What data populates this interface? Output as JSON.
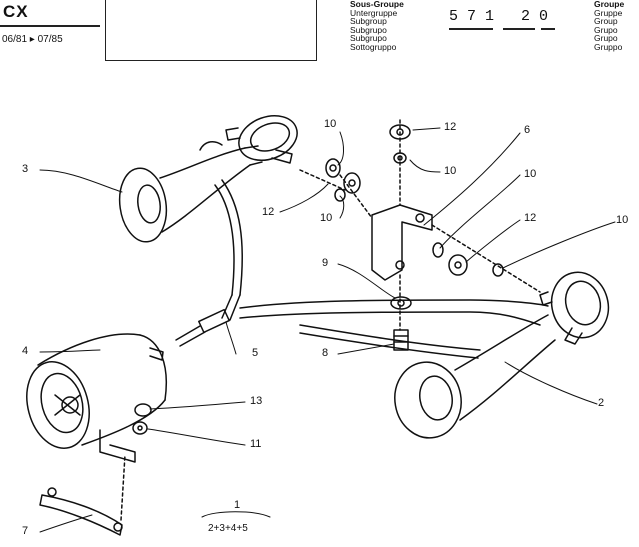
{
  "header": {
    "model": "CX",
    "dates": "06/81 ▸ 07/85",
    "subgroup_labels": [
      "Sous-Groupe",
      "Untergruppe",
      "Subgroup",
      "Subgrupo",
      "Subgrupo",
      "Sottogruppo"
    ],
    "subgroup_code": "571 20",
    "group_labels": [
      "Groupe",
      "Gruppe",
      "Group",
      "Grupo",
      "Grupo",
      "Gruppo"
    ]
  },
  "callouts": {
    "c2": "2",
    "c3": "3",
    "c4": "4",
    "c5": "5",
    "c7": "7",
    "c8": "8",
    "c9": "9",
    "c10a": "10",
    "c10b": "10",
    "c10c": "10",
    "c10d": "10",
    "c10e": "10",
    "c11": "11",
    "c12a": "12",
    "c12b": "12",
    "c12c": "12",
    "c13": "13"
  },
  "assembly": {
    "number": "1",
    "formula": "2+3+4+5"
  }
}
